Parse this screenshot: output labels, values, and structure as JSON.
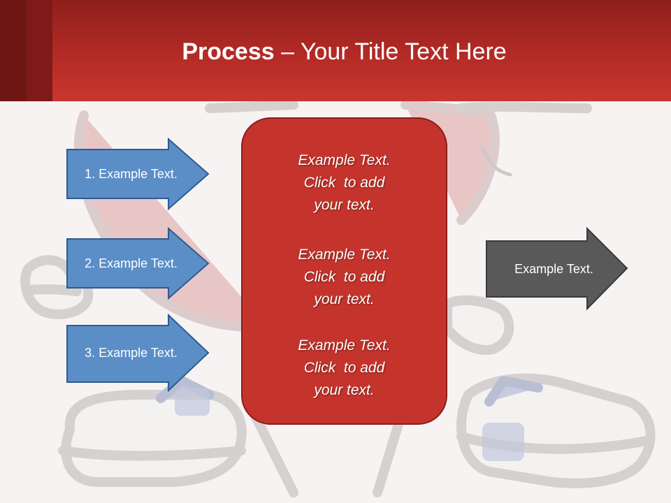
{
  "slide": {
    "title_bold": "Process",
    "title_rest": " – Your Title Text Here"
  },
  "left_arrows": [
    {
      "label": "1. Example Text."
    },
    {
      "label": "2. Example Text."
    },
    {
      "label": "3. Example Text."
    }
  ],
  "center_box": {
    "blocks": [
      [
        "Example Text.",
        "Click  to add",
        "your text."
      ],
      [
        "Example Text.",
        "Click  to add",
        "your text."
      ],
      [
        "Example Text.",
        "Click  to add",
        "your text."
      ]
    ]
  },
  "right_arrow": {
    "label": "Example Text."
  },
  "colors": {
    "header": "#b42b26",
    "left_arrow_fill": "#5b8ec7",
    "center_box_fill": "#c5342c",
    "right_arrow_fill": "#595959"
  }
}
